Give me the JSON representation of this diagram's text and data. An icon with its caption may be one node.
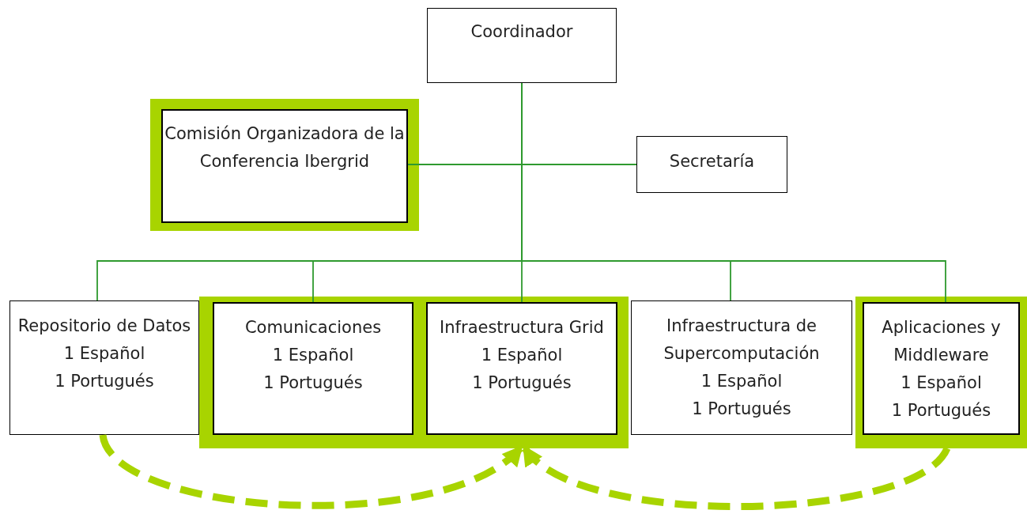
{
  "diagram": {
    "nodes": [
      {
        "text": [
          "Coordinador"
        ]
      },
      {
        "text": [],
        "shape": "box"
      },
      {
        "text": [
          "Comisión Organizadora de la Conferencia Ibergrid"
        ],
        "in": 1
      },
      {
        "text": [
          "Secretaría"
        ]
      },
      {
        "text": [
          "Repositorio de Datos",
          "1 Español",
          "1 Portugués"
        ]
      },
      {
        "text": [],
        "shape": "box"
      },
      {
        "text": [
          "Comunicaciones",
          "1 Español",
          "1 Portugués"
        ],
        "in": 5
      },
      {
        "text": [
          "Infraestructura Grid",
          "1 Español",
          "1 Portugués"
        ],
        "in": 5
      },
      {
        "text": [
          "Infraestructura de Supercomputación",
          "1 Español",
          "1 Portugués"
        ]
      },
      {
        "text": [],
        "shape": "box"
      },
      {
        "text": [
          "Aplicaciones y Middleware",
          "1 Español",
          "1 Portugués"
        ],
        "in": 9
      }
    ],
    "edges": [
      {
        "from": 0,
        "to": 2,
        "arrow": "none"
      },
      {
        "from": 0,
        "to": 3,
        "arrow": "none"
      },
      {
        "from": 0,
        "to": 4,
        "arrow": "none"
      },
      {
        "from": 0,
        "to": 6,
        "arrow": "none"
      },
      {
        "from": 0,
        "to": 7,
        "arrow": "none"
      },
      {
        "from": 0,
        "to": 8,
        "arrow": "none"
      },
      {
        "from": 0,
        "to": 10,
        "arrow": "none"
      },
      {
        "from": 4,
        "to": 5,
        "arrow": "to",
        "style": "dashed",
        "color": "#a8d400"
      },
      {
        "from": 9,
        "to": 5,
        "arrow": "to",
        "style": "dashed",
        "color": "#a8d400"
      }
    ]
  }
}
